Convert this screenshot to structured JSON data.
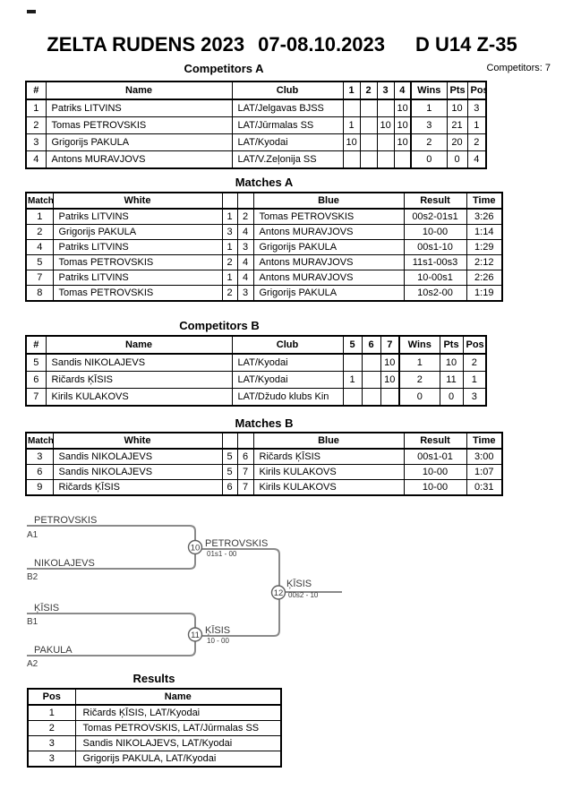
{
  "page": {
    "title_event": "ZELTA RUDENS 2023",
    "title_date": "07-08.10.2023",
    "title_category": "D U14 Z-35",
    "competitors_count_label": "Competitors: 7"
  },
  "sections": {
    "competitors_a": "Competitors A",
    "matches_a": "Matches A",
    "competitors_b": "Competitors B",
    "matches_b": "Matches B",
    "results": "Results"
  },
  "tables": {
    "competitors_a": {
      "headers": [
        "#",
        "Name",
        "Club",
        "1",
        "2",
        "3",
        "4",
        "Wins",
        "Pts",
        "Pos"
      ],
      "rows": [
        [
          "1",
          "Patriks LITVINS",
          "LAT/Jelgavas BJSS",
          "",
          "",
          "",
          "10",
          "1",
          "10",
          "3"
        ],
        [
          "2",
          "Tomas PETROVSKIS",
          "LAT/Jūrmalas SS",
          "1",
          "",
          "10",
          "10",
          "3",
          "21",
          "1"
        ],
        [
          "3",
          "Grigorijs PAKULA",
          "LAT/Kyodai",
          "10",
          "",
          "",
          "10",
          "2",
          "20",
          "2"
        ],
        [
          "4",
          "Antons MURAVJOVS",
          "LAT/V.Zeļonija SS",
          "",
          "",
          "",
          "",
          "0",
          "0",
          "4"
        ]
      ]
    },
    "matches_a": {
      "headers": [
        "Match",
        "White",
        "",
        "",
        "Blue",
        "Result",
        "Time"
      ],
      "rows": [
        [
          "1",
          "Patriks LITVINS",
          "1",
          "2",
          "Tomas PETROVSKIS",
          "00s2-01s1",
          "3:26"
        ],
        [
          "2",
          "Grigorijs PAKULA",
          "3",
          "4",
          "Antons MURAVJOVS",
          "10-00",
          "1:14"
        ],
        [
          "4",
          "Patriks LITVINS",
          "1",
          "3",
          "Grigorijs PAKULA",
          "00s1-10",
          "1:29"
        ],
        [
          "5",
          "Tomas PETROVSKIS",
          "2",
          "4",
          "Antons MURAVJOVS",
          "11s1-00s3",
          "2:12"
        ],
        [
          "7",
          "Patriks LITVINS",
          "1",
          "4",
          "Antons MURAVJOVS",
          "10-00s1",
          "2:26"
        ],
        [
          "8",
          "Tomas PETROVSKIS",
          "2",
          "3",
          "Grigorijs PAKULA",
          "10s2-00",
          "1:19"
        ]
      ]
    },
    "competitors_b": {
      "headers": [
        "#",
        "Name",
        "Club",
        "5",
        "6",
        "7",
        "Wins",
        "Pts",
        "Pos"
      ],
      "rows": [
        [
          "5",
          "Sandis NIKOLAJEVS",
          "LAT/Kyodai",
          "",
          "",
          "10",
          "1",
          "10",
          "2"
        ],
        [
          "6",
          "Ričards ĶĪSIS",
          "LAT/Kyodai",
          "1",
          "",
          "10",
          "2",
          "11",
          "1"
        ],
        [
          "7",
          "Kirils KULAKOVS",
          "LAT/Džudo klubs Kin",
          "",
          "",
          "",
          "0",
          "0",
          "3"
        ]
      ]
    },
    "matches_b": {
      "headers": [
        "Match",
        "White",
        "",
        "",
        "Blue",
        "Result",
        "Time"
      ],
      "rows": [
        [
          "3",
          "Sandis NIKOLAJEVS",
          "5",
          "6",
          "Ričards ĶĪSIS",
          "00s1-01",
          "3:00"
        ],
        [
          "6",
          "Sandis NIKOLAJEVS",
          "5",
          "7",
          "Kirils KULAKOVS",
          "10-00",
          "1:07"
        ],
        [
          "9",
          "Ričards ĶĪSIS",
          "6",
          "7",
          "Kirils KULAKOVS",
          "10-00",
          "0:31"
        ]
      ]
    },
    "results": {
      "headers": [
        "Pos",
        "Name"
      ],
      "rows": [
        [
          "1",
          "Ričards ĶĪSIS, LAT/Kyodai"
        ],
        [
          "2",
          "Tomas PETROVSKIS, LAT/Jūrmalas SS"
        ],
        [
          "3",
          "Sandis NIKOLAJEVS, LAT/Kyodai"
        ],
        [
          "3",
          "Grigorijs PAKULA, LAT/Kyodai"
        ]
      ]
    }
  },
  "bracket": {
    "slot_a1": {
      "name": "PETROVSKIS",
      "seed": "A1"
    },
    "slot_b2": {
      "name": "NIKOLAJEVS",
      "seed": "B2"
    },
    "slot_b1": {
      "name": "ĶĪSIS",
      "seed": "B1"
    },
    "slot_a2": {
      "name": "PAKULA",
      "seed": "A2"
    },
    "semifinal_1": {
      "match_no": "10",
      "winner": "PETROVSKIS",
      "score": "01s1 - 00"
    },
    "semifinal_2": {
      "match_no": "11",
      "winner": "ĶĪSIS",
      "score": "10 - 00"
    },
    "final": {
      "match_no": "12",
      "winner": "ĶĪSIS",
      "score": "00s2 - 10"
    }
  }
}
